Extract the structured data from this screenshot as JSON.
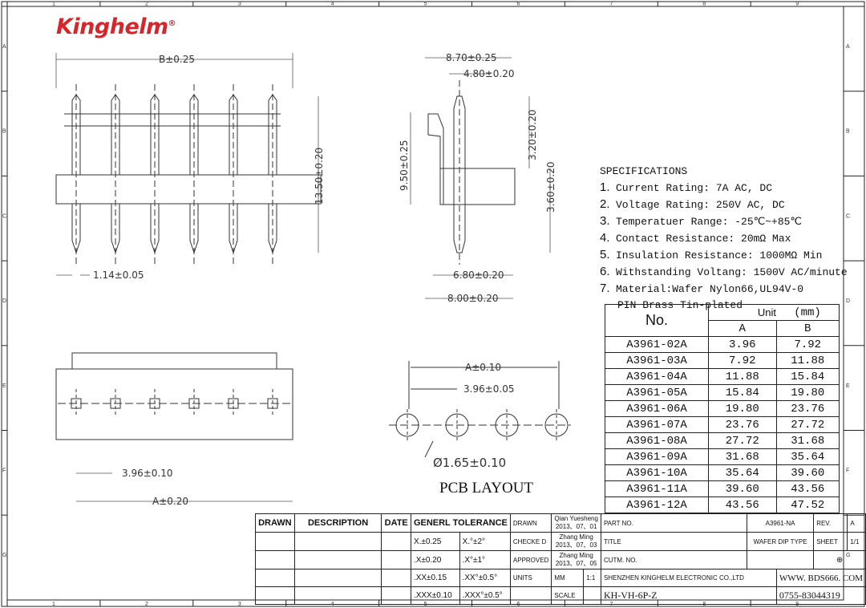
{
  "logo": {
    "text": "Kinghelm",
    "mark": "®"
  },
  "border": {
    "cols": [
      "1",
      "2",
      "3",
      "4",
      "5",
      "6",
      "7",
      "8",
      "9"
    ],
    "rows": [
      "A",
      "B",
      "C",
      "D",
      "E",
      "F",
      "G"
    ]
  },
  "dims": {
    "b": "B±0.25",
    "h1350": "13.50±0.20",
    "w114": "1.14±0.05",
    "w870": "8.70±0.25",
    "w480": "4.80±0.20",
    "h950": "9.50±0.25",
    "h320": "3.20±0.20",
    "h360": "3.60±0.20",
    "w680": "6.80±0.20",
    "w800": "8.00±0.20",
    "pitch": "3.96±0.10",
    "a020": "A±0.20",
    "pcb_a": "A±0.10",
    "pcb_pitch": "3.96±0.05",
    "pcb_hole": "Ø1.65±0.10"
  },
  "pcb_label": "PCB LAYOUT",
  "specs": {
    "title": "SPECIFICATIONS",
    "items": [
      {
        "n": "1.",
        "t": "Current Rating: 7A AC, DC"
      },
      {
        "n": "2.",
        "t": "Voltage Rating: 250V AC, DC"
      },
      {
        "n": "3.",
        "t": "Temperatuer Range: -25℃~+85℃"
      },
      {
        "n": "4.",
        "t": "Contact Resistance: 20mΩ Max"
      },
      {
        "n": "5.",
        "t": "Insulation Resistance: 1000MΩ Min"
      },
      {
        "n": "6.",
        "t": "Withstanding Voltang: 1500V AC/minute"
      },
      {
        "n": "7.",
        "t": "Material:Wafer Nylon66,UL94V-0"
      }
    ],
    "extra": "PIN Brass Tin-plated"
  },
  "parts": {
    "no": "No.",
    "unit": "Unit",
    "mm": "(mm)",
    "a": "A",
    "b": "B",
    "rows": [
      [
        "A3961-02A",
        "3.96",
        "7.92"
      ],
      [
        "A3961-03A",
        "7.92",
        "11.88"
      ],
      [
        "A3961-04A",
        "11.88",
        "15.84"
      ],
      [
        "A3961-05A",
        "15.84",
        "19.80"
      ],
      [
        "A3961-06A",
        "19.80",
        "23.76"
      ],
      [
        "A3961-07A",
        "23.76",
        "27.72"
      ],
      [
        "A3961-08A",
        "27.72",
        "31.68"
      ],
      [
        "A3961-09A",
        "31.68",
        "35.64"
      ],
      [
        "A3961-10A",
        "35.64",
        "39.60"
      ],
      [
        "A3961-11A",
        "39.60",
        "43.56"
      ],
      [
        "A3961-12A",
        "43.56",
        "47.52"
      ]
    ]
  },
  "titleblock": {
    "drawn": "DRAWN",
    "description": "DESCRIPTION",
    "date": "DATE",
    "tolerance": "GENERL TOLERANCE",
    "tol": [
      [
        "X.±0.25",
        "X.°±2°"
      ],
      [
        ".X±0.20",
        ".X°±1°"
      ],
      [
        ".XX±0.15",
        ".XX°±0.5°"
      ],
      [
        ".XXX±0.10",
        ".XXX°±0.5°"
      ]
    ],
    "drawn_label": "DRAWN",
    "drawn_name": "Qian Yuesheng",
    "drawn_date": "2013、07、01",
    "checked_label": "CHECKE D",
    "checked_name": "Zhang Ming",
    "checked_date": "2013、07、03",
    "approved_label": "APPROVED",
    "approved_name": "Zhang Ming",
    "approved_date": "2013、07、05",
    "units": "UNITS",
    "mm": "MM",
    "scale": "SCALE",
    "scale_val": "1:1",
    "part_no_label": "PART NO.",
    "part_no": "A3961-NA",
    "rev_label": "REV.",
    "rev": "A",
    "title_label": "TITLE",
    "title": "WAFER DIP TYPE",
    "sheet_label": "SHEET",
    "sheet": "1/1",
    "cutm_label": "CUTM. NO.",
    "company": "SHENZHEN KINGHELM ELECTRONIC CO.,LTD",
    "web": "WWW. BDS666. COM",
    "model": "KH-VH-6P-Z",
    "phone": "0755-83044319"
  }
}
